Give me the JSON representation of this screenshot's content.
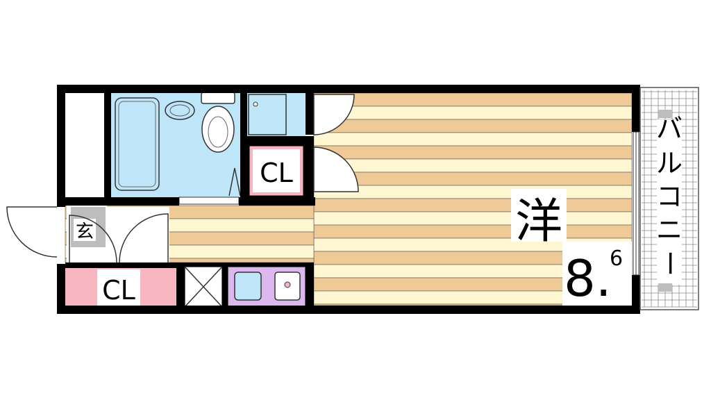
{
  "floorplan": {
    "main_room": {
      "kanji": "洋",
      "size_integer": "8.",
      "size_decimal": "6"
    },
    "balcony_label": [
      "バ",
      "ル",
      "コ",
      "ニ",
      "ー"
    ],
    "closet_upper_label": "CL",
    "closet_lower_label": "CL",
    "entrance_label": "玄"
  },
  "colors": {
    "floor_tan": "#EFC996",
    "floor_cream": "#FFF6D2",
    "wet_area_blue": "#BEE6F8",
    "closet_pink": "#F7B5BF",
    "kitchen_purple": "#DDB8EE",
    "entrance_gray": "#BDBDBD",
    "wall": "#000000"
  }
}
